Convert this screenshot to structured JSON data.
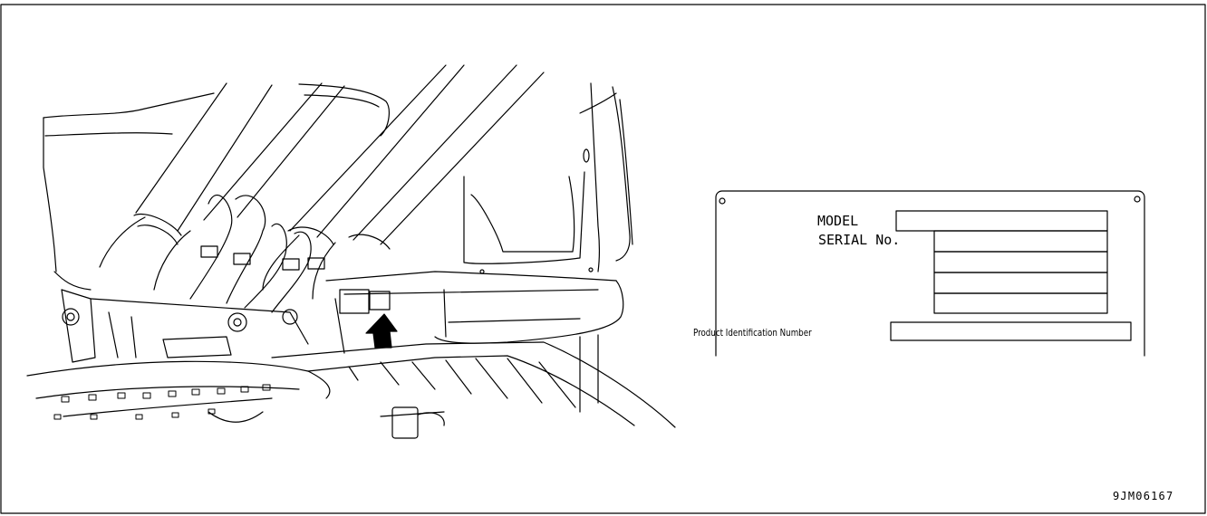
{
  "plate": {
    "model_label": "MODEL",
    "serial_label": "SERIAL No.",
    "pin_label": "Product Identification Number"
  },
  "figure_code": "9JM06167"
}
